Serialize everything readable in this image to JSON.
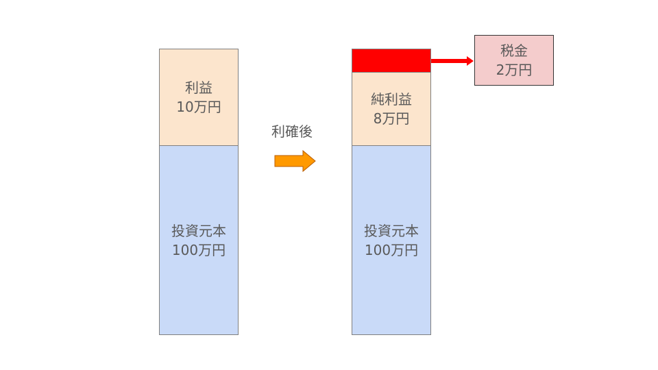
{
  "colors": {
    "profit": "#fce5cd",
    "principal": "#c9daf8",
    "tax": "#ff0000",
    "tax_box": "#f4cccc",
    "arrow": "#ff9900"
  },
  "before": {
    "profit": {
      "line1": "利益",
      "line2": "10万円"
    },
    "principal": {
      "line1": "投資元本",
      "line2": "100万円"
    }
  },
  "transition": {
    "label": "利確後"
  },
  "after": {
    "net_profit": {
      "line1": "純利益",
      "line2": "8万円"
    },
    "principal": {
      "line1": "投資元本",
      "line2": "100万円"
    }
  },
  "tax": {
    "line1": "税金",
    "line2": "2万円"
  }
}
